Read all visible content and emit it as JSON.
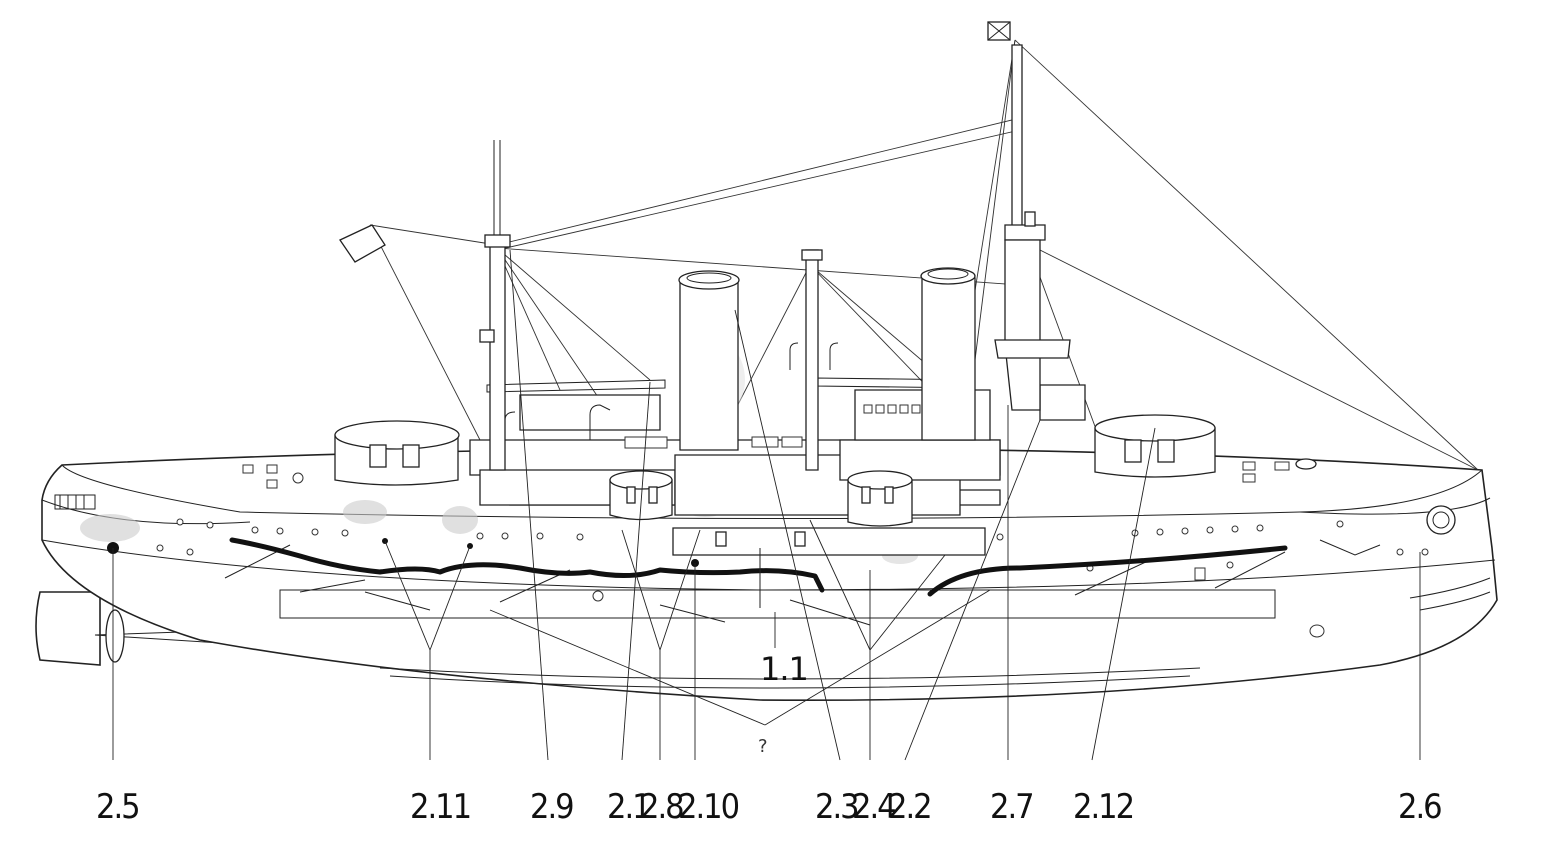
{
  "labels": {
    "l_2_5": "2.5",
    "l_2_11": "2.11",
    "l_2_9": "2.9",
    "l_2_1": "2.1",
    "l_2_8": "2.8",
    "l_2_10": "2.10",
    "l_2_3": "2.3",
    "l_2_4": "2.4",
    "l_2_2": "2.2",
    "l_2_7": "2.7",
    "l_2_12": "2.12",
    "l_2_6": "2.6",
    "l_1_1": "1.1",
    "l_question": "?"
  }
}
